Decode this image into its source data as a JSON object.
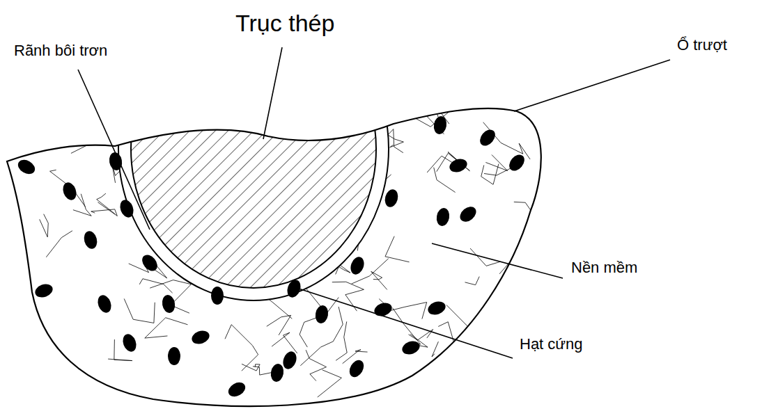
{
  "diagram": {
    "labels": [
      "Trục thép",
      "Rãnh bôi trơn",
      "Ổ trượt",
      "Nền mềm",
      "Hạt cứng"
    ]
  }
}
